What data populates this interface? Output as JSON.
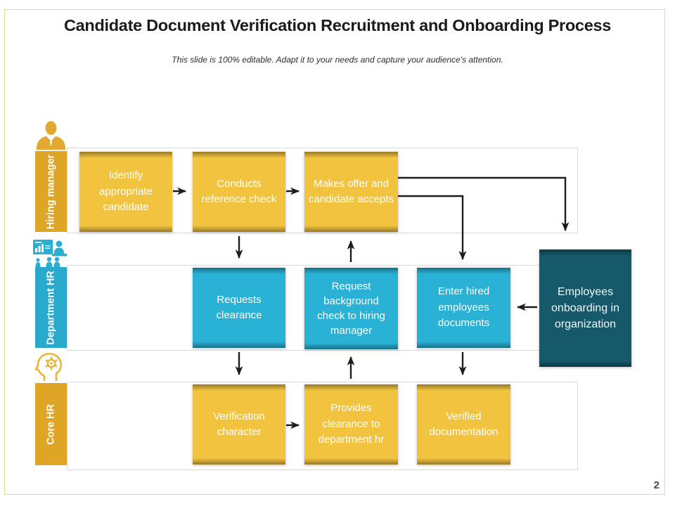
{
  "slide": {
    "title": "Candidate Document Verification Recruitment and Onboarding Process",
    "subtitle": "This slide is 100% editable. Adapt it to your needs and capture your audience's attention.",
    "page_number": "2"
  },
  "lanes": [
    {
      "label": "Hiring manager",
      "icon": "businessman-icon",
      "color": "#DEA527"
    },
    {
      "label": "Department HR",
      "icon": "presentation-training-icon",
      "color": "#29A9CC"
    },
    {
      "label": "Core HR",
      "icon": "head-gear-icon",
      "color": "#DEA527"
    }
  ],
  "process": {
    "row1": [
      "Identify appropriate candidate",
      "Conducts reference check",
      "Makes offer and candidate accepts"
    ],
    "row2": [
      "Requests clearance",
      "Request background check to hiring manager",
      "Enter hired employees documents"
    ],
    "row3": [
      "Verification character",
      "Provides clearance to department hr",
      "Verified documentation"
    ],
    "onboarding": "Employees onboarding in organization"
  },
  "colors": {
    "gold_label": "#DEA527",
    "yellow_box": "#F2C33E",
    "cyan_box": "#29B2D6",
    "teal_box": "#15596B",
    "arrow": "#1d1d1d",
    "frame_border": "#EADB92",
    "lane_border": "#DADADA"
  }
}
